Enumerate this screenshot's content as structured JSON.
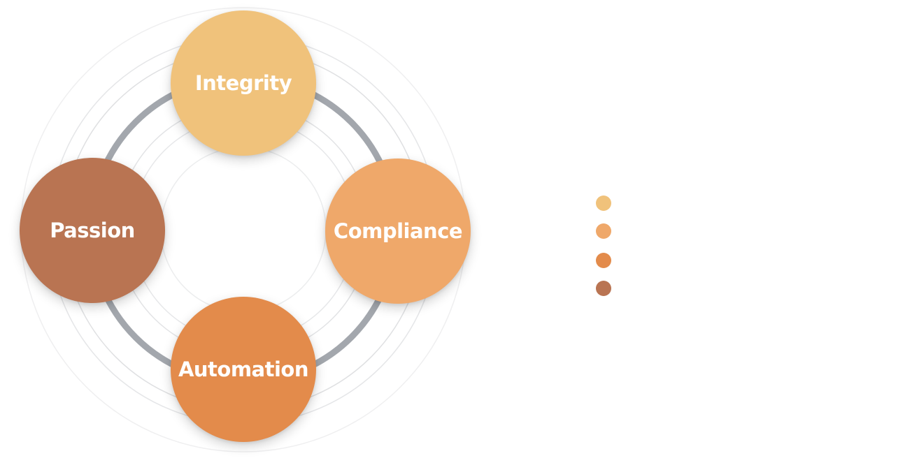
{
  "diagram": {
    "nodes": [
      {
        "id": "integrity",
        "label": "Integrity",
        "color": "#F0C27B"
      },
      {
        "id": "compliance",
        "label": "Compliance",
        "color": "#EFA86A"
      },
      {
        "id": "automation",
        "label": "Automation",
        "color": "#E38B4B"
      },
      {
        "id": "passion",
        "label": "Passion",
        "color": "#B97452"
      }
    ],
    "ring_color": "#A3A7AD",
    "guide_ring_color": "#D9DADC"
  },
  "legend": {
    "dots": [
      {
        "color": "#F0C27B"
      },
      {
        "color": "#EFA86A"
      },
      {
        "color": "#E38B4B"
      },
      {
        "color": "#B97452"
      }
    ]
  }
}
